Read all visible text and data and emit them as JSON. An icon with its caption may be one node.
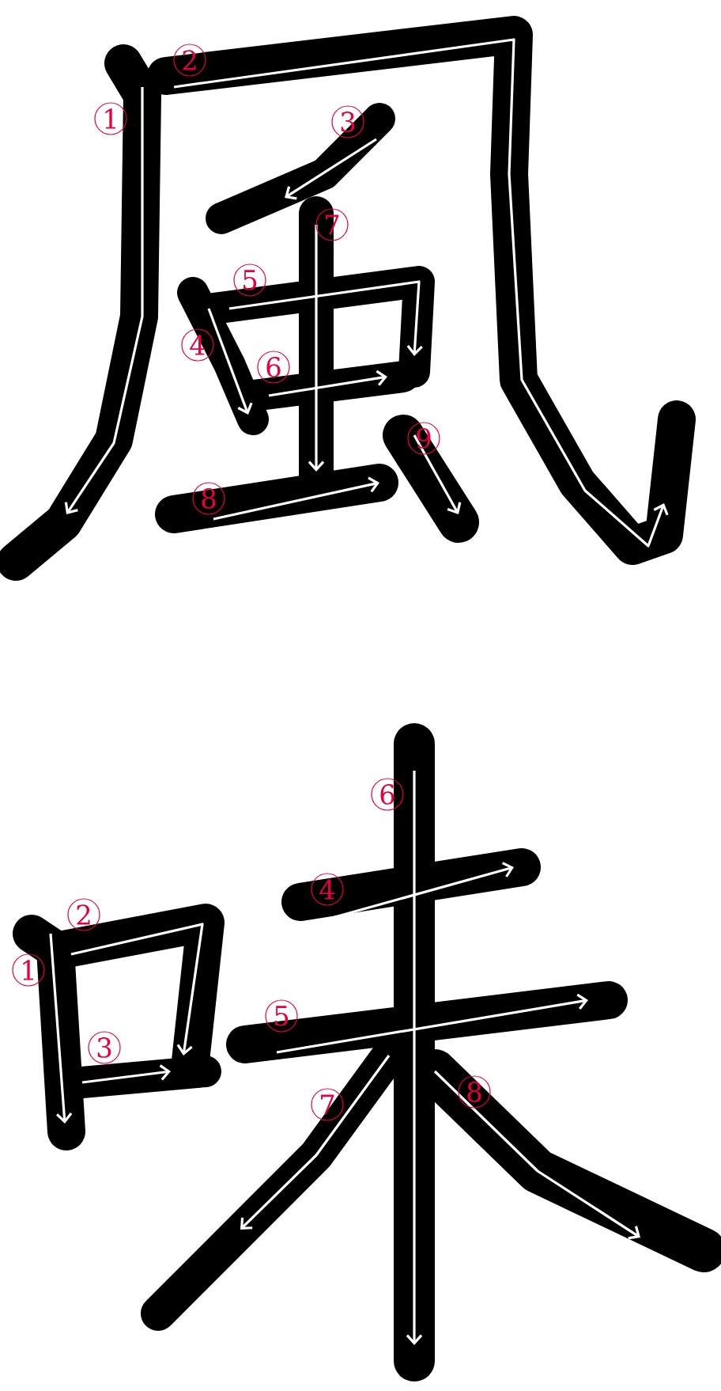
{
  "diagram": {
    "labels": [
      "1",
      "2",
      "3",
      "4",
      "5",
      "6",
      "7",
      "8",
      "9",
      "1",
      "2",
      "3",
      "4",
      "5",
      "6",
      "7",
      "8"
    ]
  }
}
